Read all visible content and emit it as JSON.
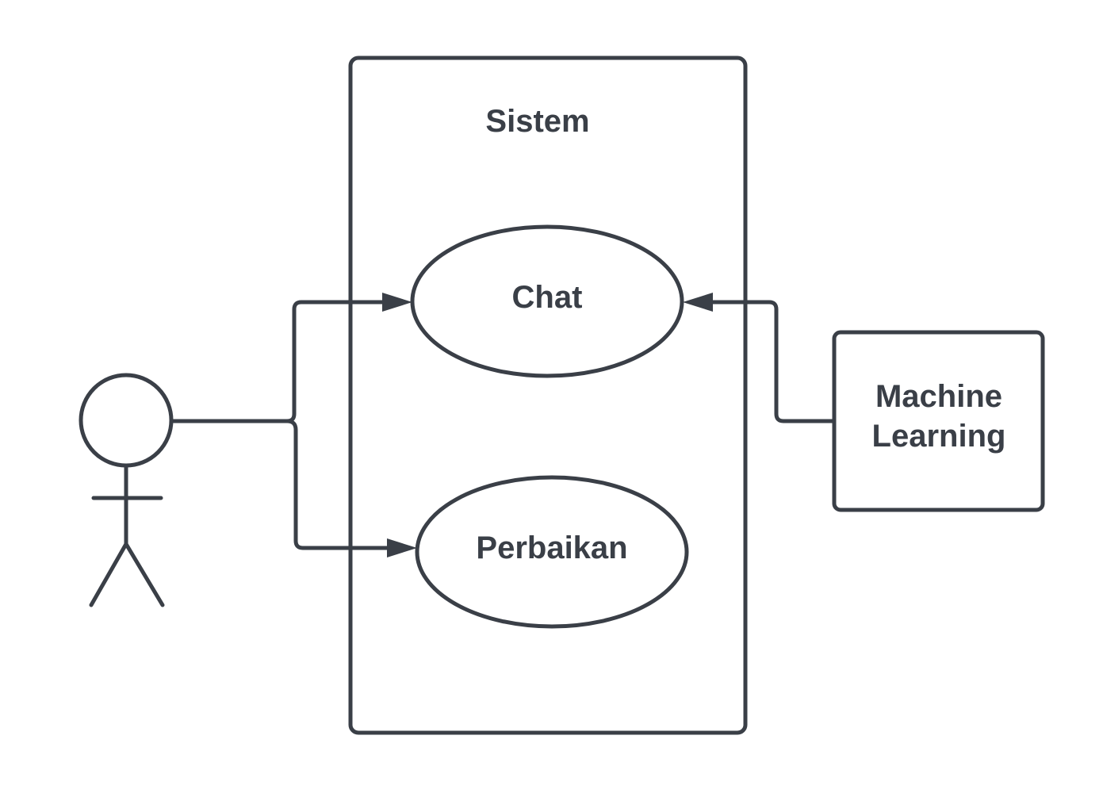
{
  "system": {
    "title": "Sistem"
  },
  "use_cases": {
    "chat": "Chat",
    "perbaikan": "Perbaikan"
  },
  "external": {
    "line1": "Machine",
    "line2": "Learning"
  },
  "colors": {
    "stroke": "#3a3f47",
    "background": "#ffffff"
  }
}
